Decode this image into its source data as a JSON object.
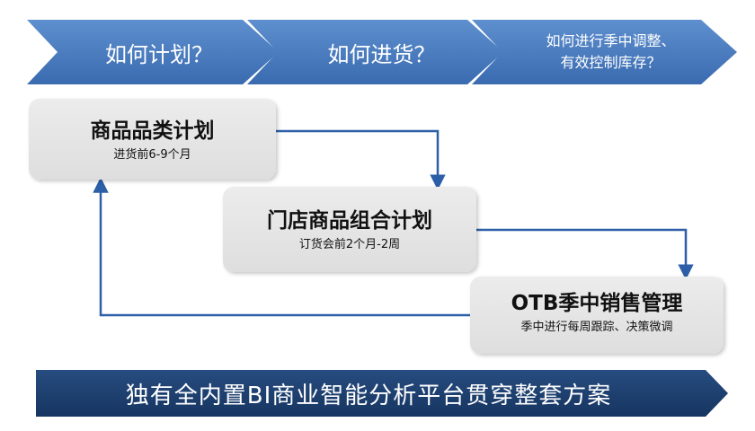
{
  "header_steps": [
    {
      "label": "如何计划？"
    },
    {
      "label": "如何进货？"
    },
    {
      "lines": [
        "如何进行季中调整、",
        "有效控制库存？"
      ]
    }
  ],
  "boxes": [
    {
      "title": "商品品类计划",
      "subtitle": "进货前6-9个月"
    },
    {
      "title": "门店商品组合计划",
      "subtitle": "订货会前2个月-2周"
    },
    {
      "title": "OTB季中销售管理",
      "subtitle": "季中进行每周跟踪、决策微调"
    }
  ],
  "footer": {
    "text": "独有全内置BI商业智能分析平台贯穿整套方案"
  },
  "colors": {
    "chevron": "#4a7fc1",
    "connector": "#2d5fa8",
    "box": "#e4e4e4",
    "banner": "#1e3f6e"
  }
}
